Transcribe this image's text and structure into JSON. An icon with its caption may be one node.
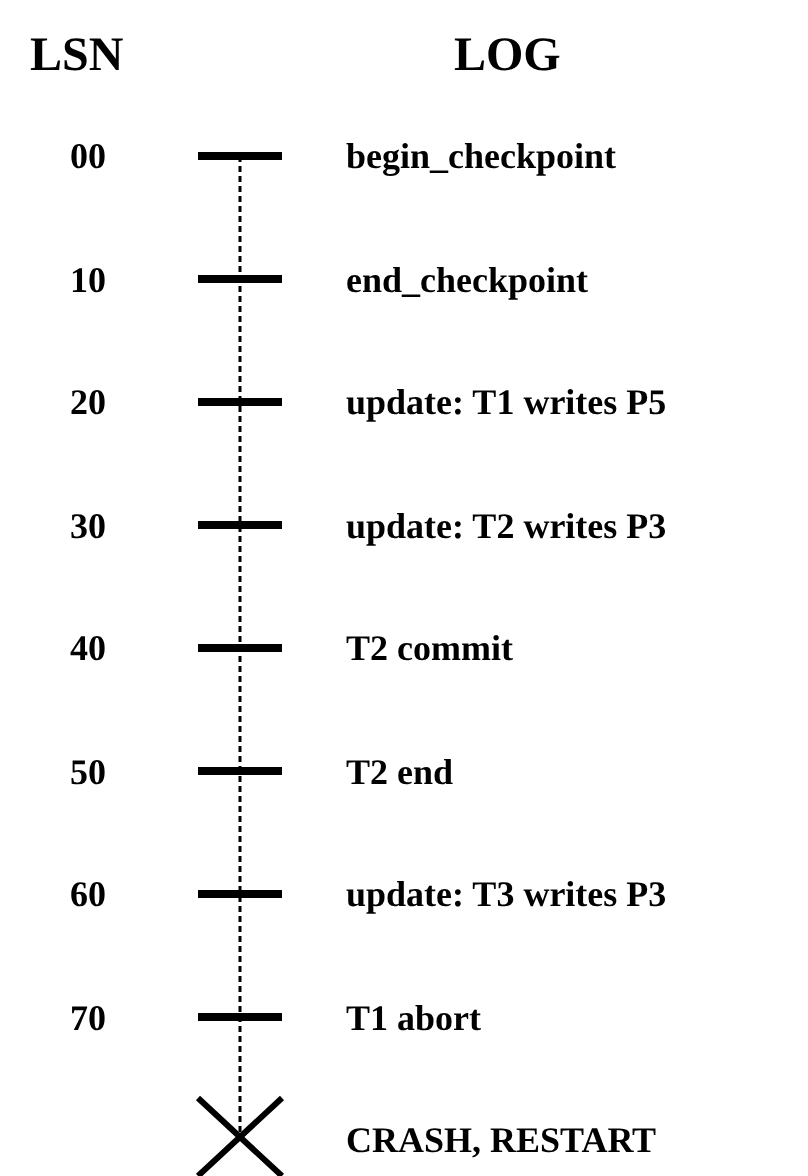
{
  "diagram": {
    "labels": [
      "LSN",
      "LOG",
      "00",
      "begin_checkpoint",
      "10",
      "end_checkpoint",
      "20",
      "update: T1 writes P5",
      "30",
      "update: T2 writes P3",
      "40",
      "T2 commit",
      "50",
      "T2 end",
      "60",
      "update: T3 writes P3",
      "70",
      "T1 abort",
      "CRASH, RESTART"
    ]
  }
}
